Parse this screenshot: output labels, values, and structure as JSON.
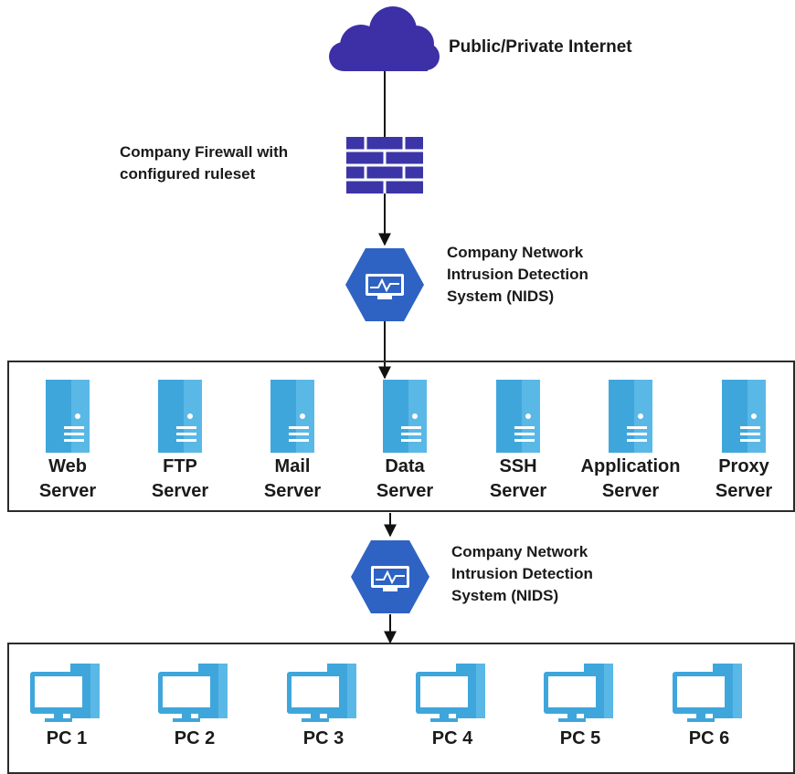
{
  "internet": {
    "label": "Public/Private Internet"
  },
  "firewall": {
    "label_lines": [
      "Company Firewall with",
      "configured ruleset"
    ]
  },
  "nids_top": {
    "label_lines": [
      "Company Network",
      "Intrusion Detection",
      "System (NIDS)"
    ]
  },
  "nids_bottom": {
    "label_lines": [
      "Company Network",
      "Intrusion Detection",
      "System (NIDS)"
    ]
  },
  "servers": [
    {
      "name": [
        "Web",
        "Server"
      ]
    },
    {
      "name": [
        "FTP",
        "Server"
      ]
    },
    {
      "name": [
        "Mail",
        "Server"
      ]
    },
    {
      "name": [
        "Data",
        "Server"
      ]
    },
    {
      "name": [
        "SSH",
        "Server"
      ]
    },
    {
      "name": [
        "Application",
        "Server"
      ]
    },
    {
      "name": [
        "Proxy",
        "Server"
      ]
    }
  ],
  "pcs": [
    {
      "name": "PC 1"
    },
    {
      "name": "PC 2"
    },
    {
      "name": "PC 3"
    },
    {
      "name": "PC 4"
    },
    {
      "name": "PC 5"
    },
    {
      "name": "PC 6"
    }
  ],
  "colors": {
    "cloud": "#3d2fa6",
    "firewall": "#3b35a8",
    "nids": "#2e63c4",
    "server": "#3fa6dc",
    "pc": "#3fa6dc",
    "line": "#111111"
  }
}
